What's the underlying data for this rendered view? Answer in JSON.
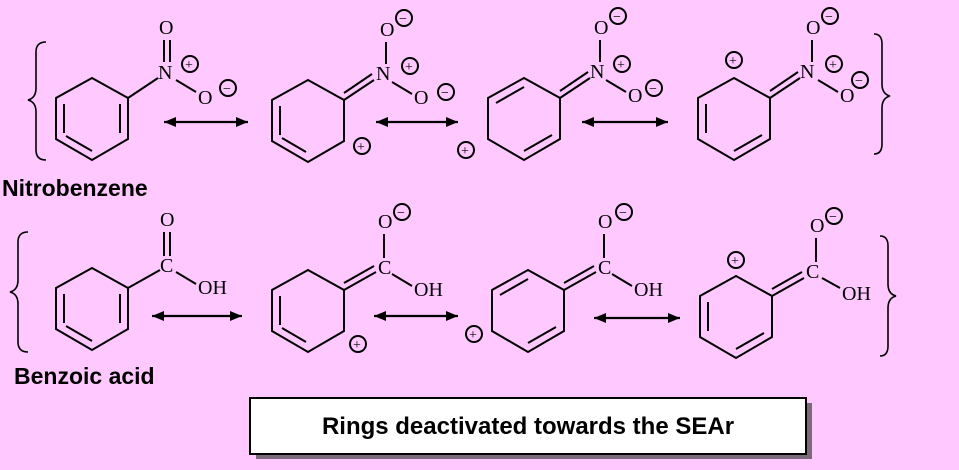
{
  "labels": {
    "nitrobenzene": "Nitrobenzene",
    "benzoic_acid": "Benzoic acid",
    "caption": "Rings deactivated towards the SEAr"
  },
  "atoms": {
    "O": "O",
    "N": "N",
    "C": "C",
    "OH": "OH"
  },
  "charges": {
    "plus": "+",
    "minus": "−"
  },
  "colors": {
    "background": "#ffc8ff",
    "caption_box": "#ffffff"
  }
}
